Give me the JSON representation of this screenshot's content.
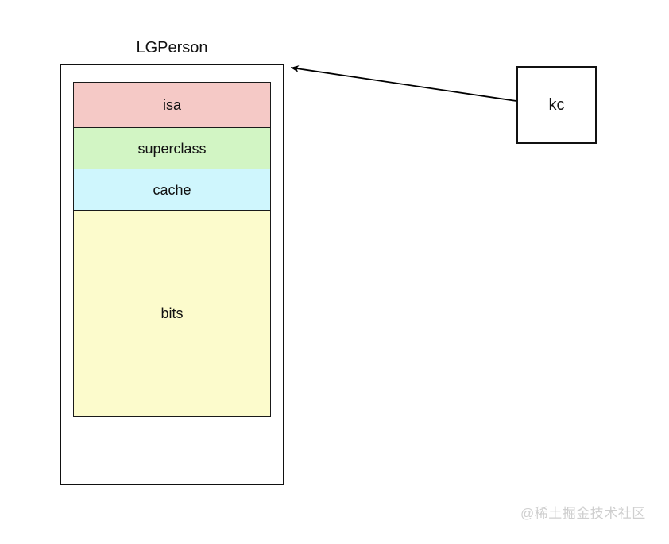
{
  "diagram": {
    "type": "memory-layout-diagram",
    "background_color": "#ffffff",
    "class_box": {
      "title": "LGPerson",
      "border_color": "#111111",
      "fill_color": "#ffffff",
      "fields": [
        {
          "label": "isa",
          "fill_color": "#f5c9c6"
        },
        {
          "label": "superclass",
          "fill_color": "#d2f5c4"
        },
        {
          "label": "cache",
          "fill_color": "#cff6fd"
        },
        {
          "label": "bits",
          "fill_color": "#fcfbcc"
        }
      ]
    },
    "pointer_box": {
      "label": "kc",
      "border_color": "#111111",
      "fill_color": "#ffffff"
    },
    "arrow": {
      "name": "kc-points-to-lgperson",
      "from": "kc",
      "to": "LGPerson",
      "color": "#000000",
      "style": "solid-single-arrowhead"
    },
    "watermark": "@稀土掘金技术社区"
  }
}
